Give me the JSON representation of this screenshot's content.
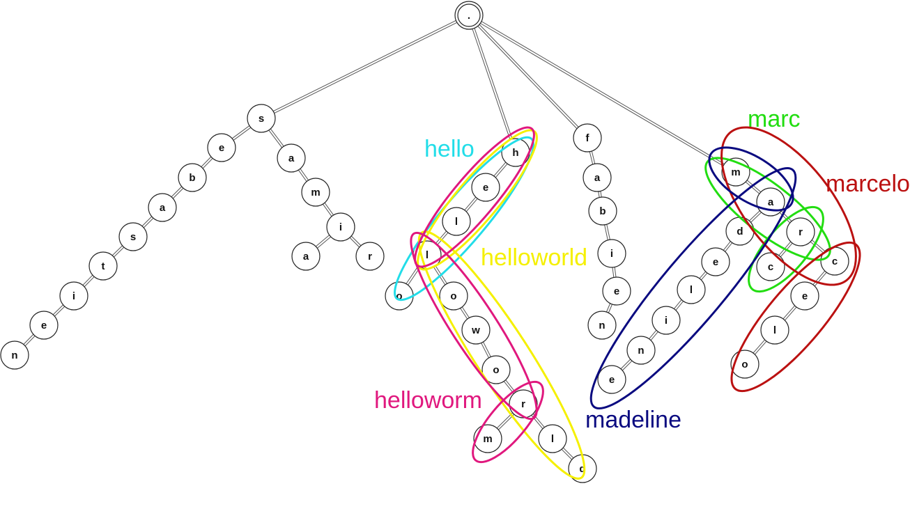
{
  "diagram": {
    "root": ".",
    "nodes": [
      {
        "id": "root",
        "label": "."
      },
      {
        "id": "s",
        "label": "s"
      },
      {
        "id": "s_e",
        "label": "e"
      },
      {
        "id": "s_b",
        "label": "b"
      },
      {
        "id": "s_a",
        "label": "a"
      },
      {
        "id": "s_s",
        "label": "s"
      },
      {
        "id": "s_t",
        "label": "t"
      },
      {
        "id": "s_i",
        "label": "i"
      },
      {
        "id": "s_e2",
        "label": "e"
      },
      {
        "id": "s_n",
        "label": "n"
      },
      {
        "id": "sa_a",
        "label": "a"
      },
      {
        "id": "sa_m",
        "label": "m"
      },
      {
        "id": "sa_i",
        "label": "i"
      },
      {
        "id": "sa_a2",
        "label": "a"
      },
      {
        "id": "sa_r",
        "label": "r"
      },
      {
        "id": "h",
        "label": "h"
      },
      {
        "id": "h_e",
        "label": "e"
      },
      {
        "id": "h_l",
        "label": "l"
      },
      {
        "id": "h_l2",
        "label": "l"
      },
      {
        "id": "h_o",
        "label": "o"
      },
      {
        "id": "h_o2",
        "label": "o"
      },
      {
        "id": "h_w",
        "label": "w"
      },
      {
        "id": "h_o3",
        "label": "o"
      },
      {
        "id": "h_r",
        "label": "r"
      },
      {
        "id": "h_m",
        "label": "m"
      },
      {
        "id": "h_l3",
        "label": "l"
      },
      {
        "id": "h_d",
        "label": "d"
      },
      {
        "id": "f",
        "label": "f"
      },
      {
        "id": "f_a",
        "label": "a"
      },
      {
        "id": "f_b",
        "label": "b"
      },
      {
        "id": "f_i",
        "label": "i"
      },
      {
        "id": "f_e",
        "label": "e"
      },
      {
        "id": "f_n",
        "label": "n"
      },
      {
        "id": "m",
        "label": "m"
      },
      {
        "id": "m_a",
        "label": "a"
      },
      {
        "id": "m_d",
        "label": "d"
      },
      {
        "id": "m_e",
        "label": "e"
      },
      {
        "id": "m_l",
        "label": "l"
      },
      {
        "id": "m_i",
        "label": "i"
      },
      {
        "id": "m_n",
        "label": "n"
      },
      {
        "id": "m_e2",
        "label": "e"
      },
      {
        "id": "m_r",
        "label": "r"
      },
      {
        "id": "m_c",
        "label": "c"
      },
      {
        "id": "m_c2",
        "label": "c"
      },
      {
        "id": "m_e3",
        "label": "e"
      },
      {
        "id": "m_l2",
        "label": "l"
      },
      {
        "id": "m_o",
        "label": "o"
      }
    ],
    "edges": [
      [
        "root",
        "s"
      ],
      [
        "root",
        "h"
      ],
      [
        "root",
        "f"
      ],
      [
        "root",
        "m"
      ],
      [
        "s",
        "s_e"
      ],
      [
        "s_e",
        "s_b"
      ],
      [
        "s_b",
        "s_a"
      ],
      [
        "s_a",
        "s_s"
      ],
      [
        "s_s",
        "s_t"
      ],
      [
        "s_t",
        "s_i"
      ],
      [
        "s_i",
        "s_e2"
      ],
      [
        "s_e2",
        "s_n"
      ],
      [
        "s",
        "sa_a"
      ],
      [
        "sa_a",
        "sa_m"
      ],
      [
        "sa_m",
        "sa_i"
      ],
      [
        "sa_i",
        "sa_a2"
      ],
      [
        "sa_i",
        "sa_r"
      ],
      [
        "h",
        "h_e"
      ],
      [
        "h_e",
        "h_l"
      ],
      [
        "h_l",
        "h_l2"
      ],
      [
        "h_l2",
        "h_o"
      ],
      [
        "h_l2",
        "h_o2"
      ],
      [
        "h_o2",
        "h_w"
      ],
      [
        "h_w",
        "h_o3"
      ],
      [
        "h_o3",
        "h_r"
      ],
      [
        "h_r",
        "h_m"
      ],
      [
        "h_r",
        "h_l3"
      ],
      [
        "h_l3",
        "h_d"
      ],
      [
        "f",
        "f_a"
      ],
      [
        "f_a",
        "f_b"
      ],
      [
        "f_b",
        "f_i"
      ],
      [
        "f_i",
        "f_e"
      ],
      [
        "f_e",
        "f_n"
      ],
      [
        "m",
        "m_a"
      ],
      [
        "m_a",
        "m_d"
      ],
      [
        "m_d",
        "m_e"
      ],
      [
        "m_e",
        "m_l"
      ],
      [
        "m_l",
        "m_i"
      ],
      [
        "m_i",
        "m_n"
      ],
      [
        "m_n",
        "m_e2"
      ],
      [
        "m_a",
        "m_r"
      ],
      [
        "m_r",
        "m_c"
      ],
      [
        "m_r",
        "m_c2"
      ],
      [
        "m_c2",
        "m_e3"
      ],
      [
        "m_e3",
        "m_l2"
      ],
      [
        "m_l2",
        "m_o"
      ]
    ],
    "groups": [
      {
        "id": "hello",
        "label": "hello",
        "color": "#22dde8"
      },
      {
        "id": "helloworld",
        "label": "helloworld",
        "color": "#f5f000"
      },
      {
        "id": "helloworm",
        "label": "helloworm",
        "color": "#e0187e"
      },
      {
        "id": "marc",
        "label": "marc",
        "color": "#22dd11"
      },
      {
        "id": "marcelo",
        "label": "marcelo",
        "color": "#bb1111"
      },
      {
        "id": "madeline",
        "label": "madeline",
        "color": "#0a0a80"
      }
    ]
  }
}
